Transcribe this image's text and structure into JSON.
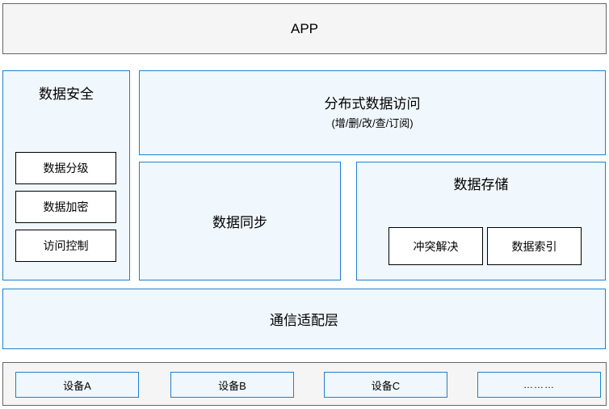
{
  "diagram": {
    "app_layer": {
      "label": "APP"
    },
    "data_security": {
      "title": "数据安全",
      "items": [
        {
          "label": "数据分级"
        },
        {
          "label": "数据加密"
        },
        {
          "label": "访问控制"
        }
      ]
    },
    "distributed_access": {
      "label": "分布式数据访问",
      "sublabel": "(增/删/改/查/订阅)"
    },
    "data_sync": {
      "label": "数据同步"
    },
    "data_storage": {
      "title": "数据存储",
      "items": [
        {
          "label": "冲突解决"
        },
        {
          "label": "数据索引"
        }
      ]
    },
    "communication_layer": {
      "label": "通信适配层"
    },
    "device_layer": {
      "devices": [
        {
          "label": "设备A"
        },
        {
          "label": "设备B"
        },
        {
          "label": "设备C"
        },
        {
          "label": "………"
        }
      ]
    }
  },
  "colors": {
    "blue_border": "#2080cc",
    "blue_fill": "#f0f7fd",
    "gray_border": "#666666",
    "gray_fill": "#f5f5f5",
    "black_border": "#000000",
    "white_fill": "#ffffff",
    "text": "#000000"
  }
}
